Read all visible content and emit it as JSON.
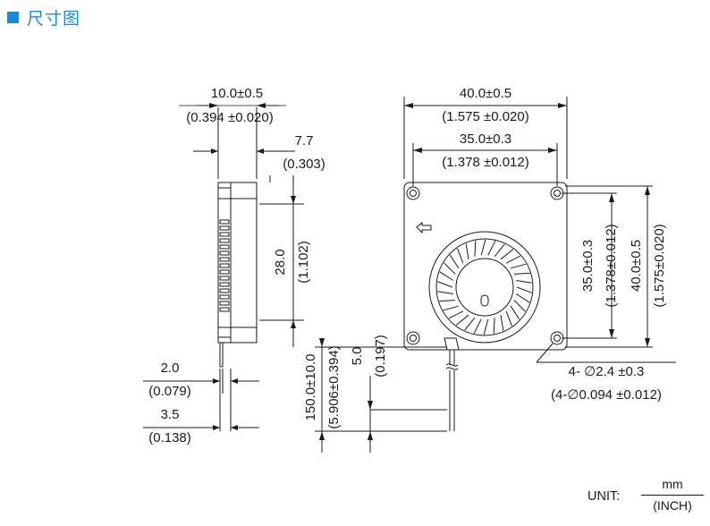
{
  "header": {
    "title": "尺寸图",
    "accent_color": "#1b8ad6"
  },
  "side_view": {
    "thickness": "10.0±0.5",
    "thickness_inch": "(0.394 ±0.020)",
    "outlet": "7.7",
    "outlet_inch": "(0.303)",
    "outlet_height": "28.0",
    "outlet_height_inch": "(1.102)",
    "lead_pitch": "2.0",
    "lead_pitch_inch": "(0.079)",
    "lead_offset": "3.5",
    "lead_offset_inch": "(0.138)"
  },
  "front_view": {
    "width": "40.0±0.5",
    "width_inch": "(1.575 ±0.020)",
    "hole_pitch": "35.0±0.3",
    "hole_pitch_inch": "(1.378 ±0.012)",
    "height": "40.0±0.5",
    "height_inch": "(1.575±0.020)",
    "hole_pitch_v": "35.0±0.3",
    "hole_pitch_v_inch": "(1.378±0.012)",
    "hole_spec": "4- ∅2.4 ±0.3",
    "hole_spec_inch": "(4-∅0.094 ±0.012)",
    "lead_length": "150.0±10.0",
    "lead_length_inch": "(5.906±0.394)",
    "strip": "5.0",
    "strip_inch": "(0.197)"
  },
  "unit": {
    "label": "UNIT:",
    "numerator": "mm",
    "denominator": "(INCH)"
  }
}
